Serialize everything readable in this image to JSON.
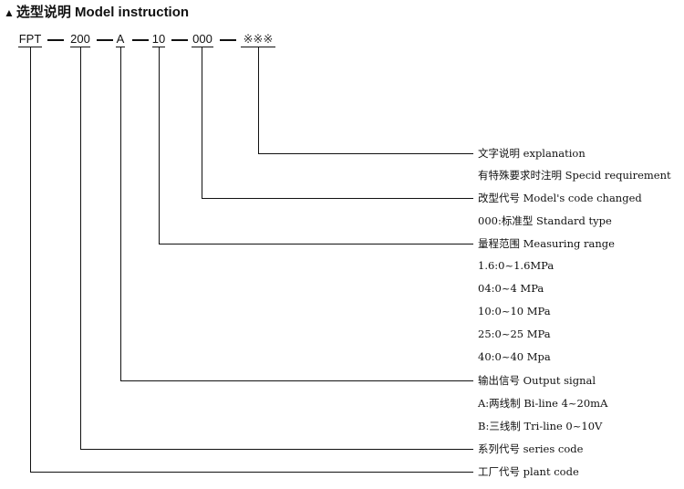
{
  "title": {
    "marker": "▲",
    "text": "选型说明  Model instruction"
  },
  "code": {
    "seg1": "FPT",
    "seg2": "200",
    "seg3": "A",
    "seg4": "10",
    "seg5": "000",
    "seg6": "※※※"
  },
  "labels": {
    "explanation": "文字说明 explanation",
    "specid": "有特殊要求时注明 Specid requirement",
    "model_code_changed": "改型代号  Model's code changed",
    "standard_type": "000:标准型  Standard type",
    "measuring_range": "量程范围  Measuring range",
    "range_1_6": "1.6:0~1.6MPa",
    "range_04": "04:0~4 MPa",
    "range_10": "10:0~10 MPa",
    "range_25": "25:0~25 MPa",
    "range_40": "40:0~40 Mpa",
    "output_signal": "输出信号 Output signal",
    "bi_line": "A:两线制 Bi-line 4~20mA",
    "tri_line": "B:三线制 Tri-line 0~10V",
    "series_code": "系列代号 series code",
    "plant_code": "工厂代号 plant code"
  }
}
